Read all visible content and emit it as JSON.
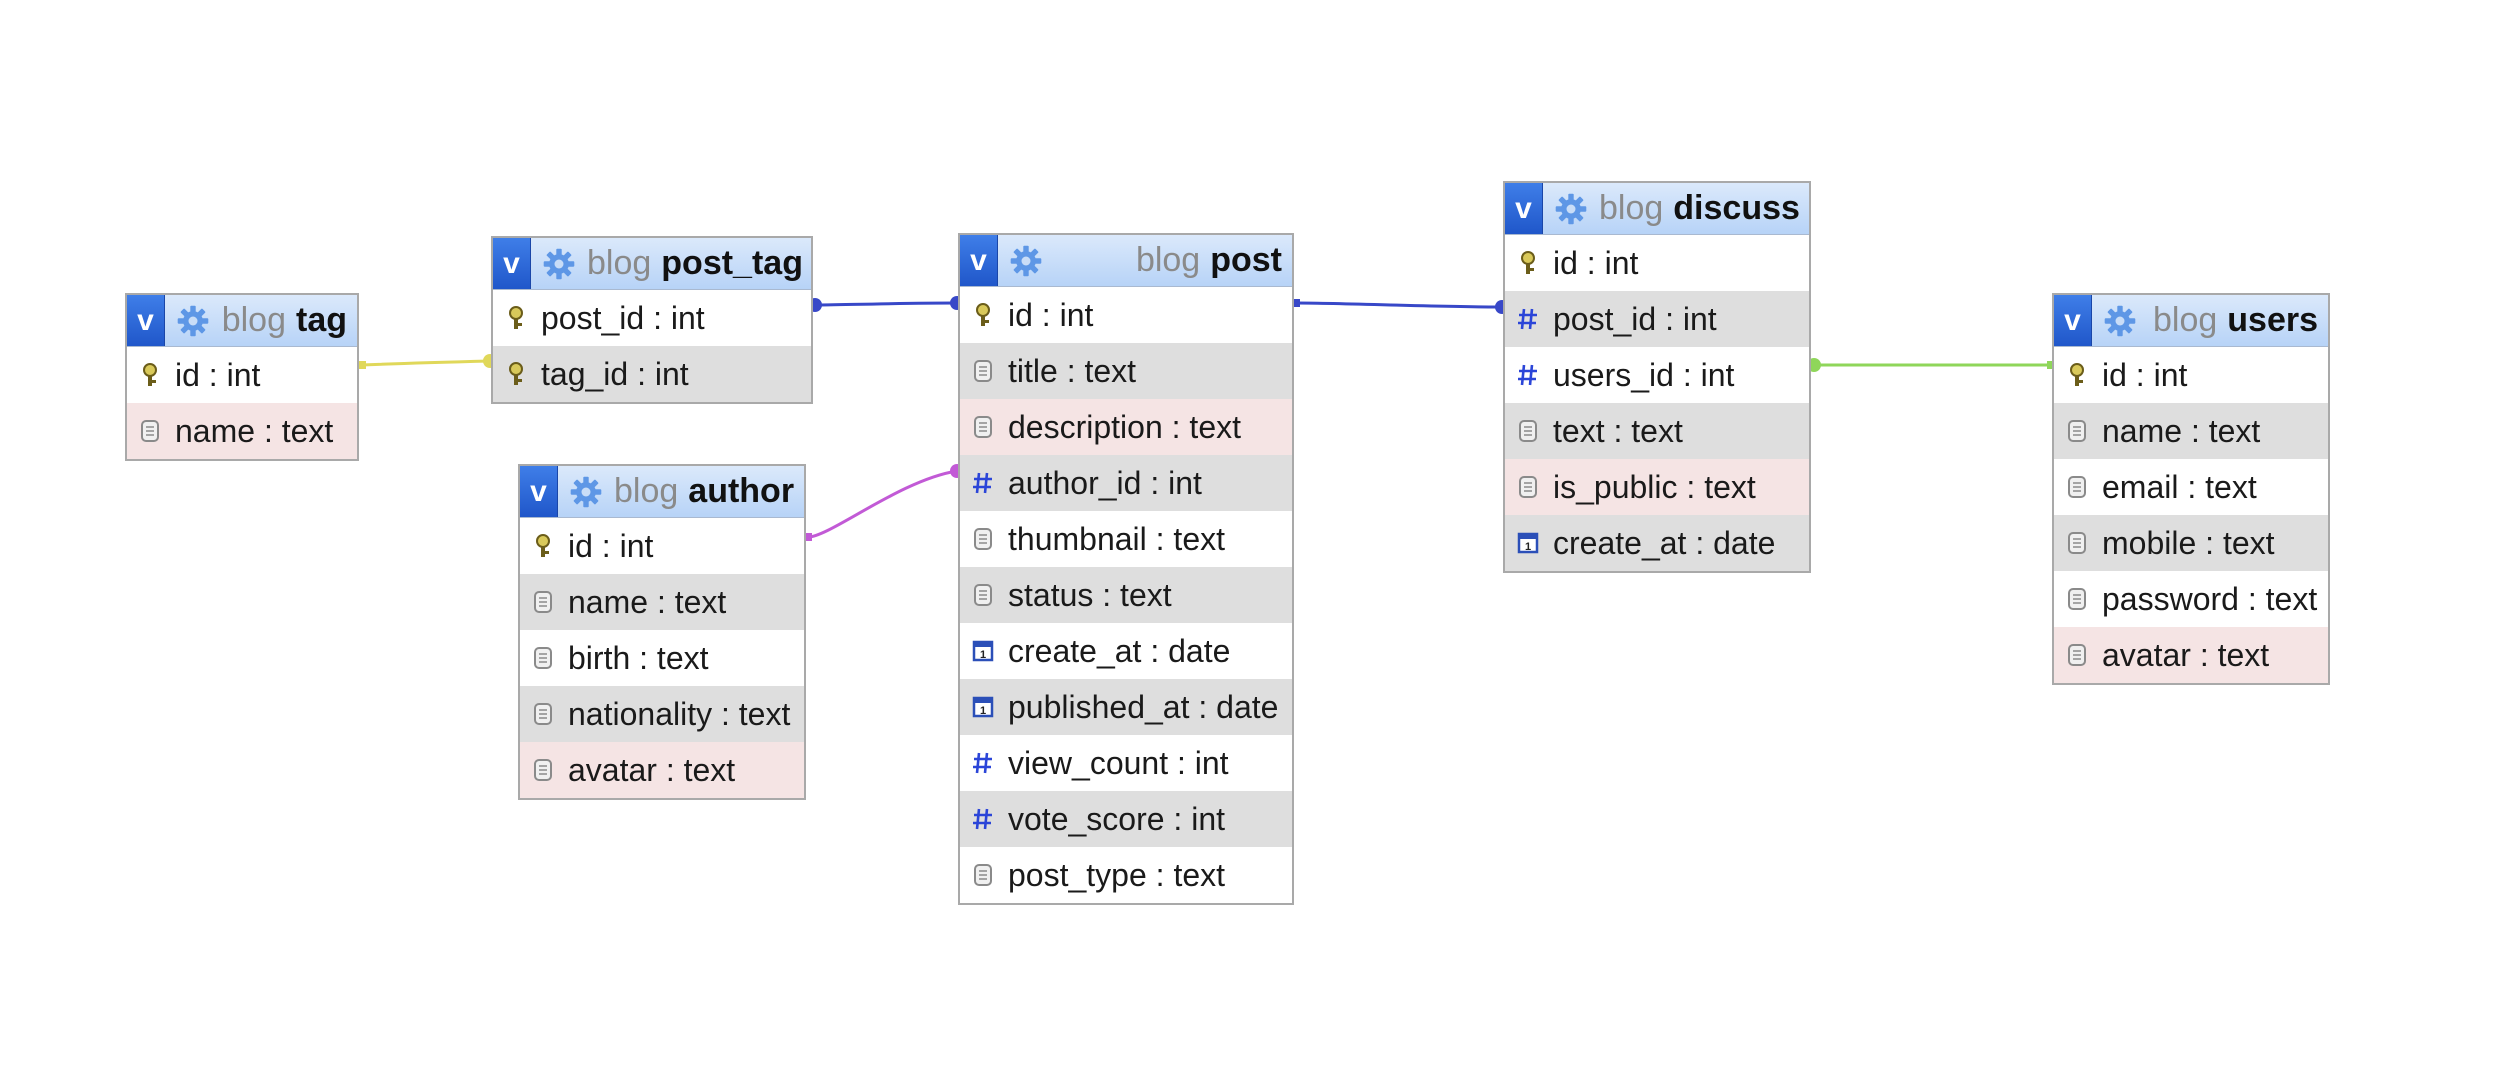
{
  "schema": "blog",
  "tables": [
    {
      "name": "tag",
      "columns": [
        {
          "name": "id",
          "type": "int",
          "icon": "key-icon"
        },
        {
          "name": "name",
          "type": "text",
          "icon": "text-field-icon"
        }
      ]
    },
    {
      "name": "post_tag",
      "columns": [
        {
          "name": "post_id",
          "type": "int",
          "icon": "key-icon"
        },
        {
          "name": "tag_id",
          "type": "int",
          "icon": "key-icon"
        }
      ]
    },
    {
      "name": "author",
      "columns": [
        {
          "name": "id",
          "type": "int",
          "icon": "key-icon"
        },
        {
          "name": "name",
          "type": "text",
          "icon": "text-field-icon"
        },
        {
          "name": "birth",
          "type": "text",
          "icon": "text-field-icon"
        },
        {
          "name": "nationality",
          "type": "text",
          "icon": "text-field-icon"
        },
        {
          "name": "avatar",
          "type": "text",
          "icon": "text-field-icon"
        }
      ]
    },
    {
      "name": "post",
      "columns": [
        {
          "name": "id",
          "type": "int",
          "icon": "key-icon"
        },
        {
          "name": "title",
          "type": "text",
          "icon": "text-field-icon"
        },
        {
          "name": "description",
          "type": "text",
          "icon": "text-field-icon"
        },
        {
          "name": "author_id",
          "type": "int",
          "icon": "number-field-icon"
        },
        {
          "name": "thumbnail",
          "type": "text",
          "icon": "text-field-icon"
        },
        {
          "name": "status",
          "type": "text",
          "icon": "text-field-icon"
        },
        {
          "name": "create_at",
          "type": "date",
          "icon": "date-field-icon"
        },
        {
          "name": "published_at",
          "type": "date",
          "icon": "date-field-icon"
        },
        {
          "name": "view_count",
          "type": "int",
          "icon": "number-field-icon"
        },
        {
          "name": "vote_score",
          "type": "int",
          "icon": "number-field-icon"
        },
        {
          "name": "post_type",
          "type": "text",
          "icon": "text-field-icon"
        }
      ]
    },
    {
      "name": "discuss",
      "columns": [
        {
          "name": "id",
          "type": "int",
          "icon": "key-icon"
        },
        {
          "name": "post_id",
          "type": "int",
          "icon": "number-field-icon"
        },
        {
          "name": "users_id",
          "type": "int",
          "icon": "number-field-icon"
        },
        {
          "name": "text",
          "type": "text",
          "icon": "text-field-icon"
        },
        {
          "name": "is_public",
          "type": "text",
          "icon": "text-field-icon"
        },
        {
          "name": "create_at",
          "type": "date",
          "icon": "date-field-icon"
        }
      ]
    },
    {
      "name": "users",
      "columns": [
        {
          "name": "id",
          "type": "int",
          "icon": "key-icon"
        },
        {
          "name": "name",
          "type": "text",
          "icon": "text-field-icon"
        },
        {
          "name": "email",
          "type": "text",
          "icon": "text-field-icon"
        },
        {
          "name": "mobile",
          "type": "text",
          "icon": "text-field-icon"
        },
        {
          "name": "password",
          "type": "text",
          "icon": "text-field-icon"
        },
        {
          "name": "avatar",
          "type": "text",
          "icon": "text-field-icon"
        }
      ]
    }
  ],
  "relations": [
    {
      "from": "tag",
      "to": "post_tag",
      "color": "#e0d85a"
    },
    {
      "from": "post_tag",
      "to": "post",
      "color": "#3848c8"
    },
    {
      "from": "author",
      "to": "post",
      "color": "#c25ad6"
    },
    {
      "from": "post",
      "to": "discuss",
      "color": "#3848c8"
    },
    {
      "from": "discuss",
      "to": "users",
      "color": "#8fd65a"
    }
  ],
  "header_icons": {
    "toggle": "v-toggle-icon",
    "options": "gear-icon"
  },
  "colors": {
    "header_button": "#2a63d6",
    "header_bg": "#c9ddf7",
    "row_alt": "#dedede",
    "row_last": "#f5e4e4"
  }
}
